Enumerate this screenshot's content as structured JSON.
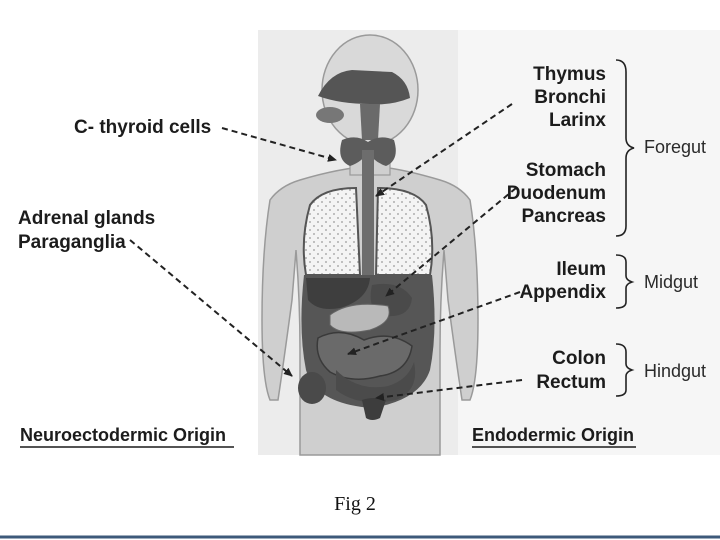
{
  "left_labels": {
    "c_thyroid": "C- thyroid cells",
    "adrenal": "Adrenal glands",
    "paraganglia": "Paraganglia"
  },
  "right_labels": {
    "thymus": "Thymus",
    "bronchi": "Bronchi",
    "larinx": "Larinx",
    "stomach": "Stomach",
    "duodenum": "Duodenum",
    "pancreas": "Pancreas",
    "ileum": "Ileum",
    "appendix": "Appendix",
    "colon": "Colon",
    "rectum": "Rectum"
  },
  "groups": {
    "foregut": "Foregut",
    "midgut": "Midgut",
    "hindgut": "Hindgut"
  },
  "headings": {
    "left": "Neuroectodermic Origin",
    "right": "Endodermic Origin"
  },
  "caption": "Fig 2"
}
